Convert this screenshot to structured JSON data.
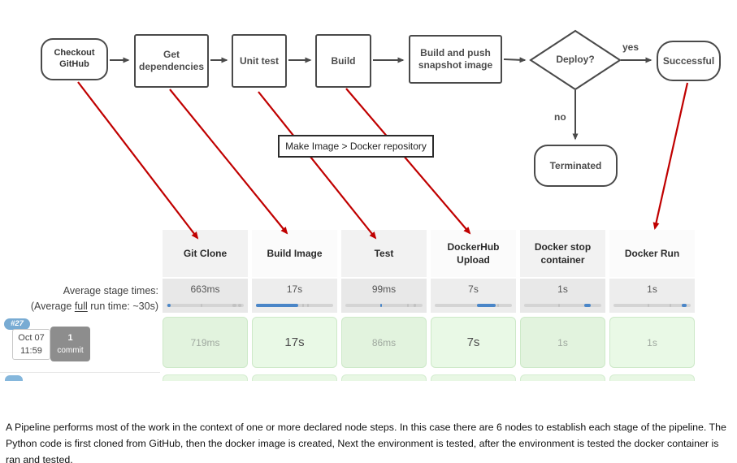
{
  "flowchart": {
    "nodes": {
      "checkout_line1": "Checkout",
      "checkout_line2": "GitHub",
      "get_dependencies": "Get dependencies",
      "unit_test": "Unit test",
      "build": "Build",
      "build_push": "Build and push snapshot image",
      "deploy": "Deploy?",
      "successful": "Successful",
      "terminated": "Terminated",
      "annotation": "Make Image > Docker repository"
    },
    "edge_labels": {
      "yes": "yes",
      "no": "no"
    },
    "colors": {
      "stroke": "#4a4a4a",
      "red_arrow": "#c00000",
      "node_fill": "#ffffff"
    }
  },
  "stage_view": {
    "avg_label_line1": "Average stage times:",
    "avg_line2_prefix": "(Average ",
    "avg_line2_underlined": "full",
    "avg_line2_suffix": " run time: ~30s)",
    "build": {
      "number": "#27",
      "date": "Oct 07",
      "time": "11:59",
      "commit_count": "1",
      "commit_label": "commit"
    },
    "stages": [
      {
        "name": "Git Clone",
        "avg": "663ms",
        "run": "719ms",
        "run_emphasis": false,
        "bar": {
          "fill": [
            [
              1,
              5
            ]
          ],
          "ghost": [
            [
              44,
              46
            ],
            [
              85,
              90
            ],
            [
              93,
              97
            ]
          ]
        }
      },
      {
        "name": "Build Image",
        "avg": "17s",
        "run": "17s",
        "run_emphasis": true,
        "bar": {
          "fill": [
            [
              0,
              55
            ]
          ],
          "ghost": [
            [
              60,
              62
            ],
            [
              66,
              68
            ]
          ]
        }
      },
      {
        "name": "Test",
        "avg": "99ms",
        "run": "86ms",
        "run_emphasis": false,
        "bar": {
          "fill": [
            [
              45,
              47
            ]
          ],
          "ghost": [
            [
              80,
              82
            ],
            [
              88,
              92
            ]
          ]
        }
      },
      {
        "name": "DockerHub Upload",
        "avg": "7s",
        "run": "7s",
        "run_emphasis": true,
        "bar": {
          "fill": [
            [
              55,
              79
            ]
          ],
          "ghost": [
            [
              81,
              83
            ]
          ]
        }
      },
      {
        "name": "Docker stop container",
        "avg": "1s",
        "run": "1s",
        "run_emphasis": false,
        "bar": {
          "fill": [
            [
              78,
              86
            ]
          ],
          "ghost": [
            [
              44,
              46
            ]
          ]
        }
      },
      {
        "name": "Docker Run",
        "avg": "1s",
        "run": "1s",
        "run_emphasis": false,
        "bar": {
          "fill": [
            [
              88,
              95
            ]
          ],
          "ghost": [
            [
              44,
              46
            ],
            [
              73,
              75
            ]
          ]
        }
      }
    ],
    "colors": {
      "bar_fill": "#4a86c8",
      "bar_ghost": "#c2c2c2",
      "bar_track": "#d4d4d4",
      "header_bg_odd": "#f2f2f2",
      "header_bg_even": "#fbfbfb",
      "avg_bg_odd": "#e8e8e8",
      "avg_bg_even": "#ededed",
      "run_bg_odd": "#e2f3de",
      "run_bg_even": "#e9f9e6",
      "badge_blue": "#78abd3",
      "commit_gray": "#8d8d8d"
    }
  },
  "caption": "A Pipeline performs most of the work in the context of one or more declared node steps. In this case there are 6 nodes to establish each stage of the pipeline. The Python code is first cloned from GitHub, then the docker image is created, Next the environment is tested, after the environment is tested the docker container is ran and tested."
}
